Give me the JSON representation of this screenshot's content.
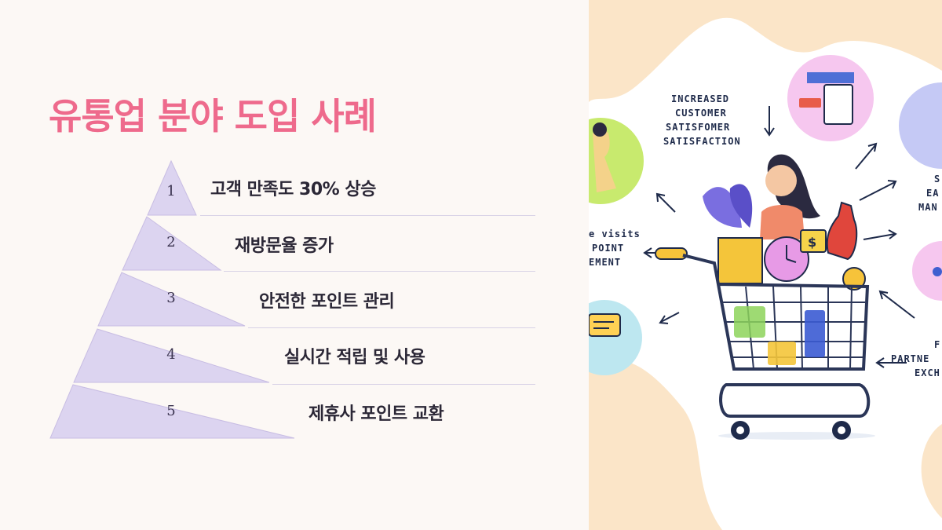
{
  "slide": {
    "title": "유통업 분야 도입 사례"
  },
  "pyramid": {
    "tiers": [
      {
        "number": "1",
        "label": "고객 만족도 30% 상승"
      },
      {
        "number": "2",
        "label": "재방문율 증가"
      },
      {
        "number": "3",
        "label": "안전한 포인트 관리"
      },
      {
        "number": "4",
        "label": "실시간 적립 및 사용"
      },
      {
        "number": "5",
        "label": "제휴사 포인트 교환"
      }
    ]
  },
  "illustration": {
    "center_labels": [
      "INCREASED",
      "CUSTOMER",
      "SATISFOMER",
      "SATISFACTION"
    ],
    "left_labels": [
      "e visits",
      "POINT",
      "EMENT"
    ],
    "right_top_labels": [
      "S",
      "EA",
      "MAN"
    ],
    "right_bottom_labels": [
      "F",
      "PARTNE",
      "EXCH"
    ],
    "coin_symbol": "$"
  },
  "colors": {
    "title": "#ee6a8c",
    "pyramid_fill": "#dcd4f0",
    "pyramid_stroke": "#c8bde3",
    "background_left": "#fcf8f5",
    "blob": "#fbe5c8"
  }
}
